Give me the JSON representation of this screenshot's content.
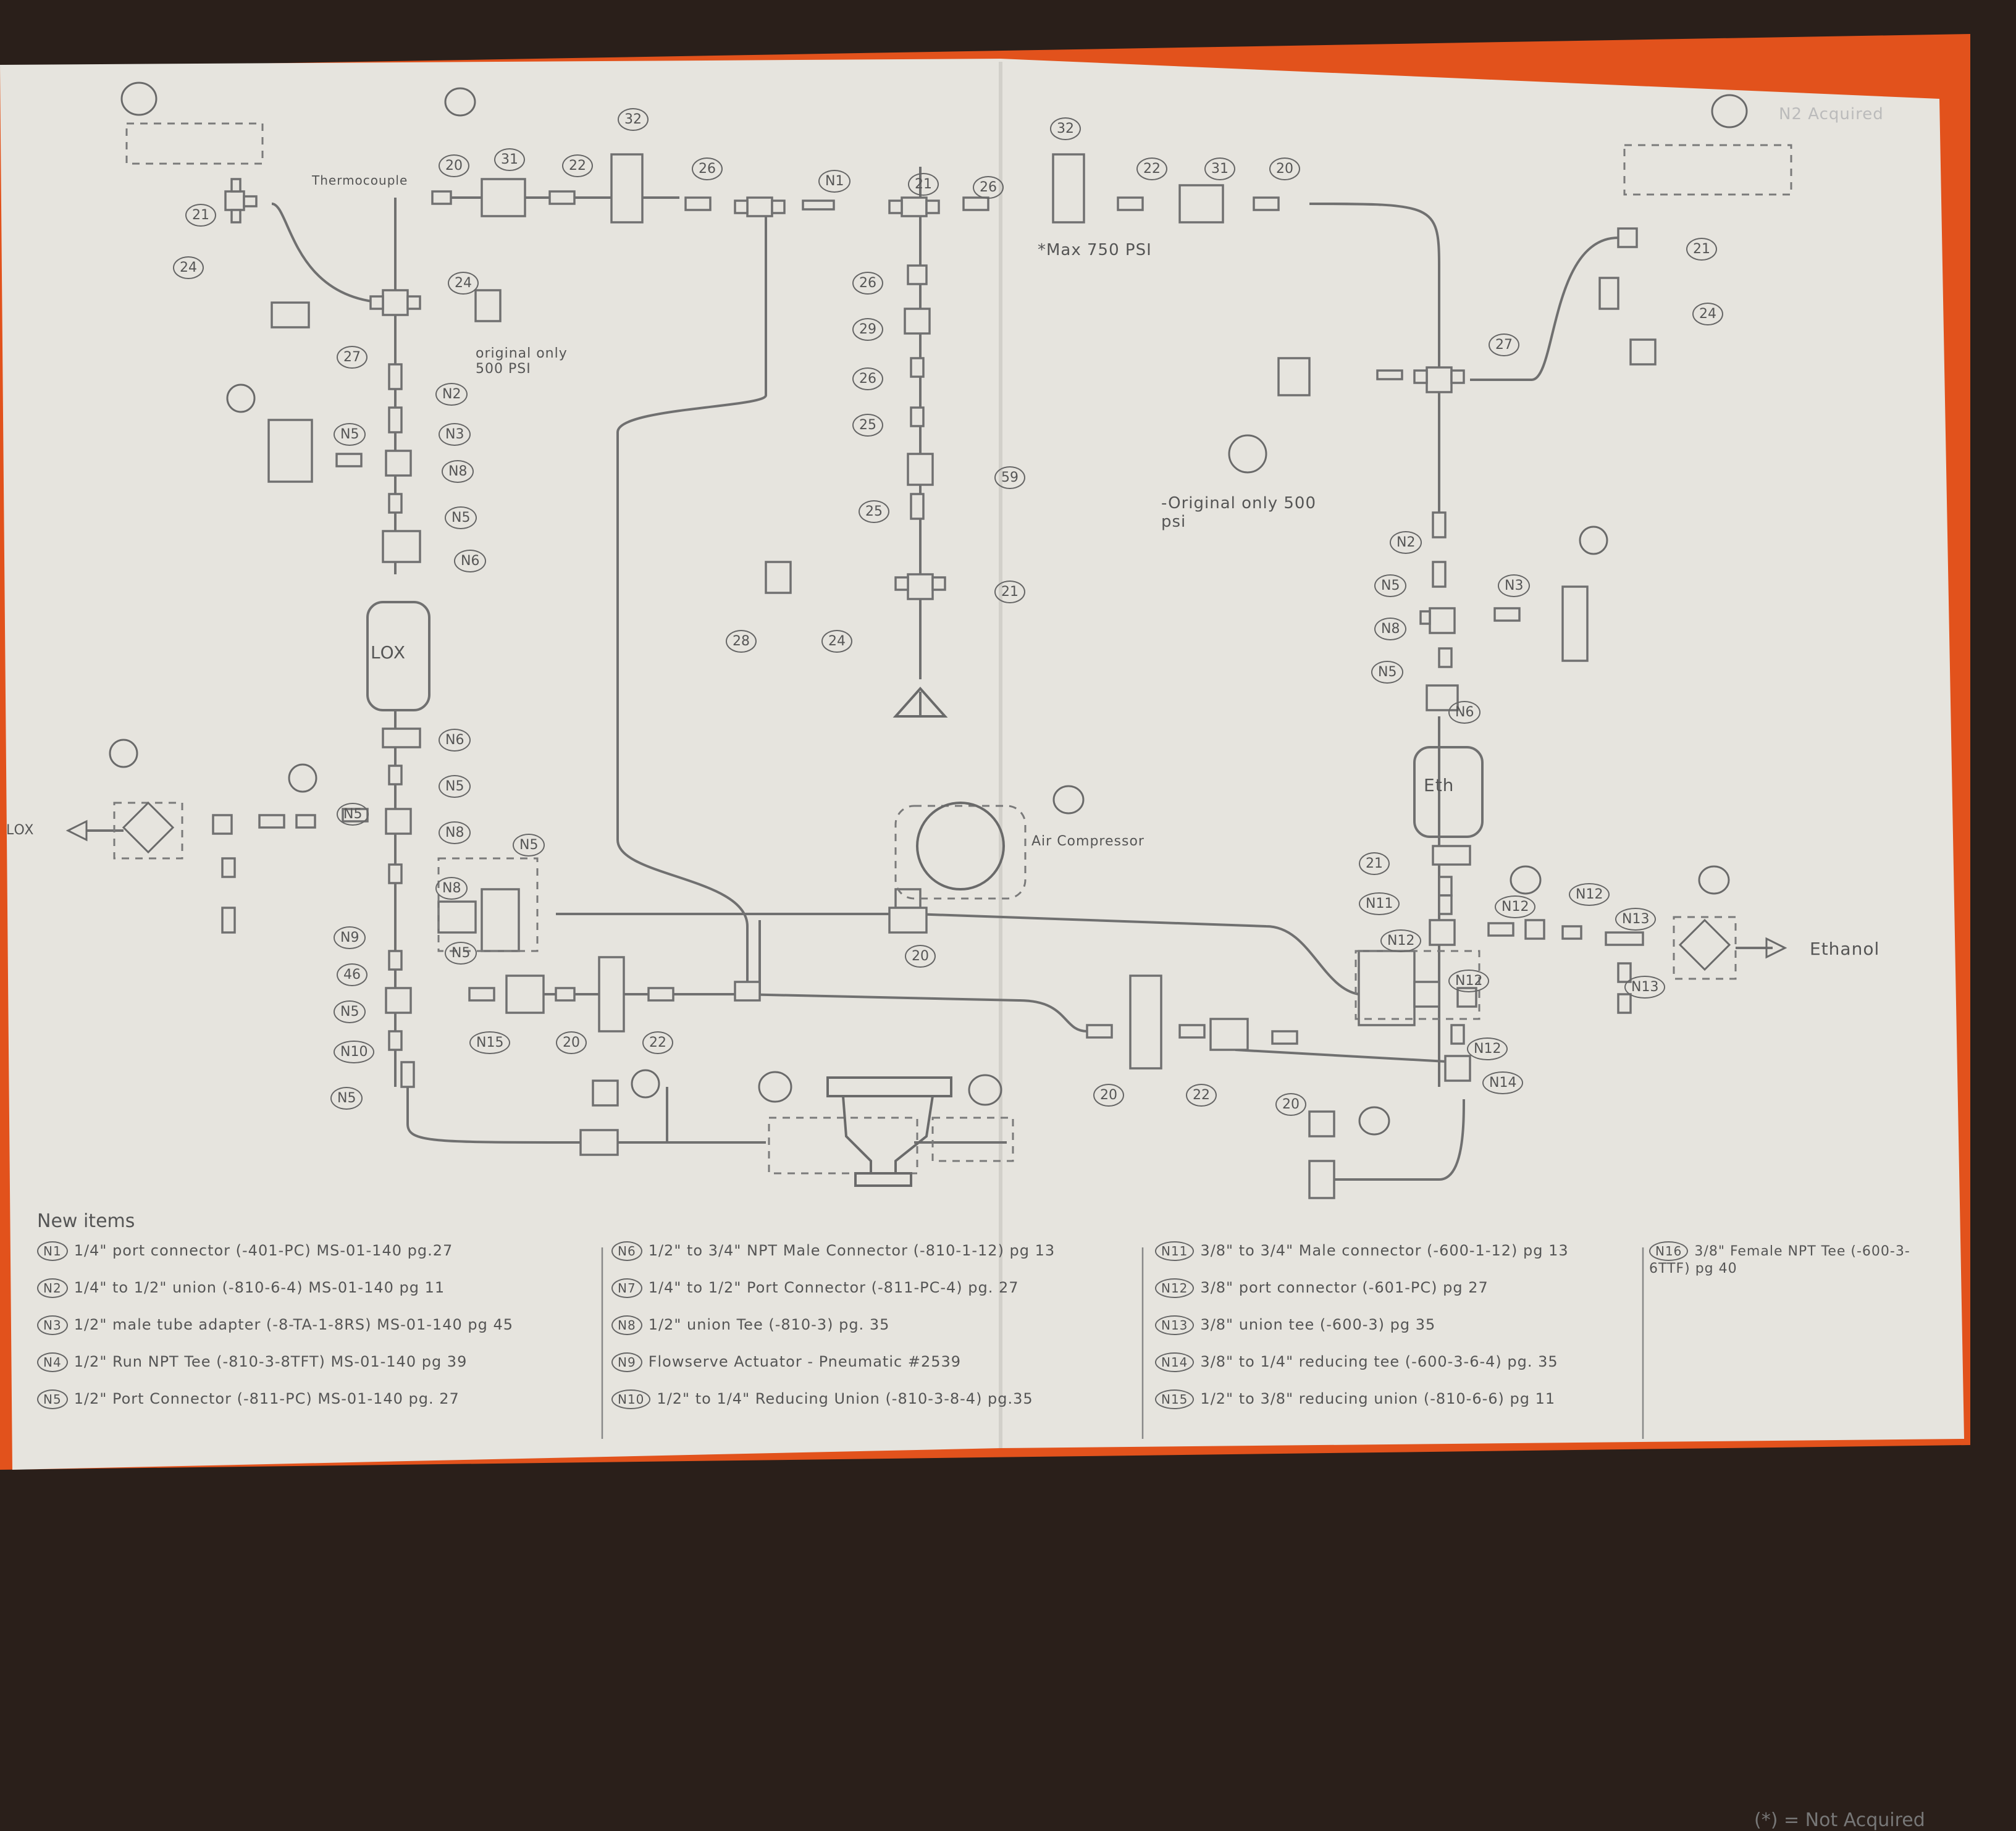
{
  "legend": {
    "heading": "New items",
    "items": [
      {
        "code": "N1",
        "text": "1/4\" port connector (-401-PC) MS-01-140 pg.27"
      },
      {
        "code": "N2",
        "text": "1/4\" to 1/2\" union (-810-6-4) MS-01-140 pg 11"
      },
      {
        "code": "N3",
        "text": "1/2\" male tube adapter (-8-TA-1-8RS) MS-01-140 pg 45"
      },
      {
        "code": "N4",
        "text": "1/2\" Run NPT Tee (-810-3-8TFT) MS-01-140 pg 39"
      },
      {
        "code": "N5",
        "text": "1/2\" Port Connector (-811-PC) MS-01-140 pg. 27"
      },
      {
        "code": "N6",
        "text": "1/2\" to 3/4\" NPT Male Connector (-810-1-12) pg 13"
      },
      {
        "code": "N7",
        "text": "1/4\" to 1/2\" Port Connector (-811-PC-4) pg. 27"
      },
      {
        "code": "N8",
        "text": "1/2\" union Tee (-810-3) pg. 35"
      },
      {
        "code": "N9",
        "text": "Flowserve Actuator - Pneumatic #2539"
      },
      {
        "code": "N10",
        "text": "1/2\" to 1/4\" Reducing Union (-810-3-8-4) pg.35"
      },
      {
        "code": "N11",
        "text": "3/8\" to 3/4\" Male connector (-600-1-12) pg 13"
      },
      {
        "code": "N12",
        "text": "3/8\" port connector (-601-PC) pg 27"
      },
      {
        "code": "N13",
        "text": "3/8\" union tee (-600-3) pg 35"
      },
      {
        "code": "N14",
        "text": "3/8\" to 1/4\" reducing tee (-600-3-6-4) pg. 35"
      },
      {
        "code": "N15",
        "text": "1/2\" to 3/8\" reducing union (-810-6-6) pg 11"
      },
      {
        "code": "N16",
        "text": "3/8\" Female NPT Tee (-600-3-6TTF) pg 40"
      }
    ],
    "not_acquired_note": "= Not Acquired"
  },
  "diagram": {
    "tank_lox": "LOX",
    "tank_eth": "Eth",
    "lox_label": "LOX",
    "ethanol_label": "Ethanol",
    "thermocouple_label": "Thermocouple",
    "max_psi_note": "*Max 750 PSI",
    "original_note_left": "original only 500 PSI",
    "original_note_right": "-Original only 500 psi",
    "air_compressor_label": "Air Compressor",
    "n2_acquired_label": "N2 Acquired",
    "asterisk": "*",
    "part_labels": [
      "21",
      "24",
      "20",
      "31",
      "22",
      "32",
      "26",
      "N1",
      "21",
      "26",
      "32",
      "22",
      "31",
      "20",
      "21",
      "24",
      "27",
      "27",
      "N2",
      "N5",
      "N3",
      "N8",
      "N5",
      "N6",
      "24",
      "26",
      "29",
      "26",
      "25",
      "59",
      "25",
      "21",
      "28",
      "24",
      "N2",
      "N5",
      "N3",
      "N8",
      "N5",
      "N6",
      "N6",
      "N5",
      "N8",
      "N5",
      "N8",
      "N5",
      "N5",
      "N9",
      "46",
      "N5",
      "N10",
      "N5",
      "N15",
      "20",
      "22",
      "20",
      "21",
      "N11",
      "N12",
      "N12",
      "N12",
      "N13",
      "N13",
      "N12",
      "N12",
      "N14",
      "20",
      "22",
      "20"
    ]
  },
  "colors": {
    "paper": "#e8e6e0",
    "ink": "#6a6a6a",
    "orange": "#e2521c",
    "background": "#2a1f1a"
  }
}
